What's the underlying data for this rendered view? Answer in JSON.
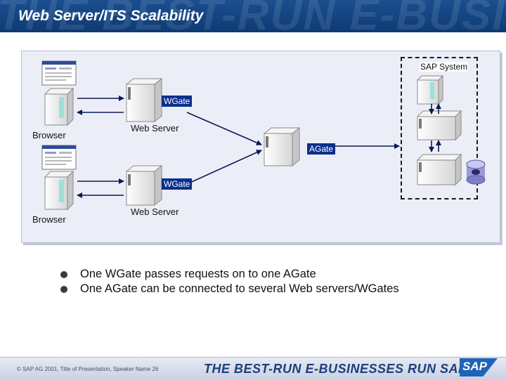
{
  "slide": {
    "title": "Web Server/ITS Scalability",
    "watermark": "THE BEST-RUN E-BUSINESSES"
  },
  "diagram": {
    "sap_system_label": "SAP System",
    "browser_top_label": "Browser",
    "browser_bottom_label": "Browser",
    "wgate_top_label": "WGate",
    "wgate_bottom_label": "WGate",
    "webserver_top_label": "Web Server",
    "webserver_bottom_label": "Web Server",
    "agate_label": "AGate"
  },
  "bullets": [
    "One WGate passes requests on to one AGate",
    "One AGate can be connected to several Web servers/WGates"
  ],
  "footer": {
    "copyright": "SAP AG 2001, Title of Presentation, Speaker Name  26",
    "copyright_symbol": "©",
    "slogan": "THE BEST-RUN E-BUSINESSES RUN SAP",
    "logo_text": "SAP"
  },
  "colors": {
    "header_blue": "#1b4f90",
    "label_blue": "#0a2f8c",
    "panel_bg": "#eceef7",
    "server_gray": "#e0e0e0"
  }
}
